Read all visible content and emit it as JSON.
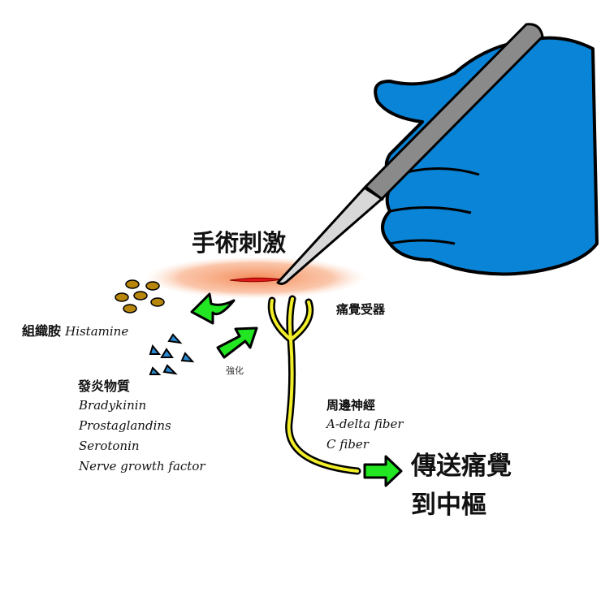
{
  "title": "手術刺激",
  "receptor_label": "痛覺受器",
  "histamine": {
    "cjk": "組織胺",
    "en": "Histamine"
  },
  "enhance_label": "強化",
  "inflammatory": {
    "title": "發炎物質",
    "items": [
      "Bradykinin",
      "Prostaglandins",
      "Serotonin",
      "Nerve growth factor"
    ]
  },
  "nerve": {
    "title": "周邊神經",
    "fibers": [
      "A-delta fiber",
      "C fiber"
    ]
  },
  "result": {
    "line1": "傳送痛覺",
    "line2": "到中樞"
  },
  "colors": {
    "glove": "#0a84d6",
    "arrow": "#22e622",
    "nerve": "#f2ef2a",
    "glow": "#f7a070",
    "cut": "#e01818",
    "histamine_particle": "#b8860b",
    "mediator_particle": "#2a8ad0"
  }
}
